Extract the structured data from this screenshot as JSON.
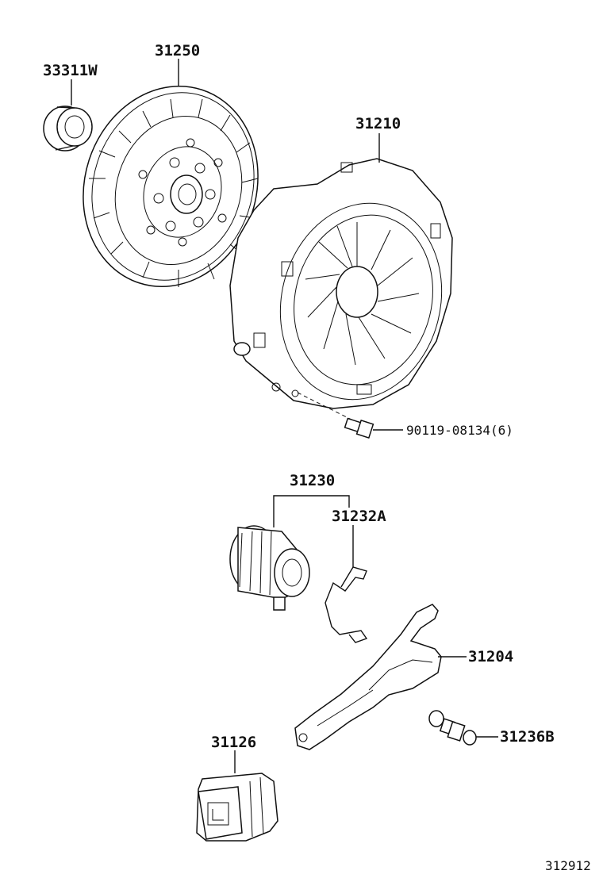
{
  "diagram": {
    "labels": {
      "bearing": "33311W",
      "clutch_disc": "31250",
      "clutch_cover": "31210",
      "bolt": "90119-08134(6)",
      "release_bearing": "31230",
      "clip": "31232A",
      "release_fork": "31204",
      "fork_support": "31236B",
      "boot": "31126"
    },
    "figure_code": "312912"
  }
}
